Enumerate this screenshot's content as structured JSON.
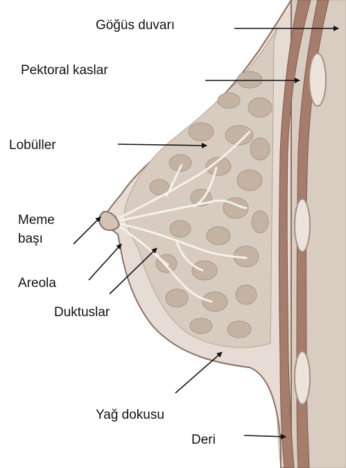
{
  "labels": {
    "chest_wall": "Göğüs duvarı",
    "pectoral": "Pektoral kaslar",
    "lobules": "Lobüller",
    "nipple_1": "Meme",
    "nipple_2": "başı",
    "areola": "Areola",
    "ducts": "Duktuslar",
    "fat": "Yağ dokusu",
    "skin": "Deri"
  },
  "colors": {
    "skin": "#e6dcd3",
    "tissue": "#d8ccc0",
    "lobule": "#c4b3a3",
    "muscle": "#a67c6a",
    "chest_wall": "#d9cdc2",
    "outline": "#8c6f62"
  }
}
